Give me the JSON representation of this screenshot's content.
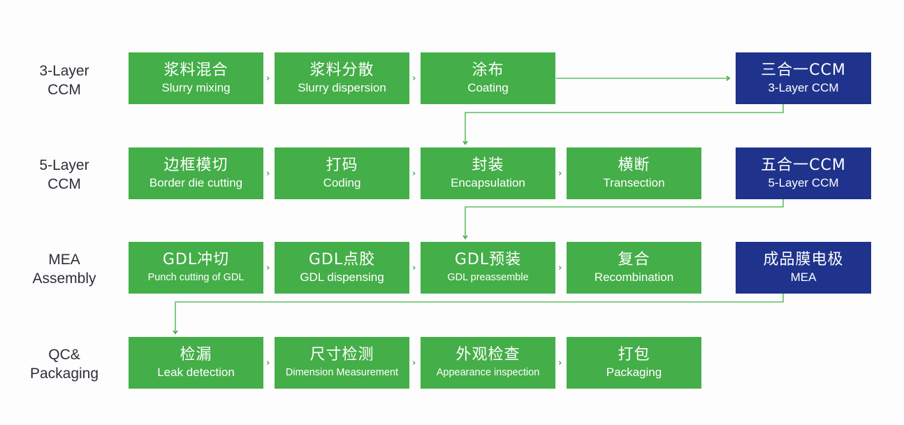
{
  "colors": {
    "step_green": "#44ae48",
    "output_blue": "#1f338c",
    "connector_green": "#5cbf5f",
    "label_text": "#2b3036"
  },
  "connector_icon": "chevron-right-icon",
  "rows": [
    {
      "label": [
        "3-Layer",
        "CCM"
      ],
      "steps": [
        {
          "zh": "浆料混合",
          "en": "Slurry mixing"
        },
        {
          "zh": "浆料分散",
          "en": "Slurry dispersion"
        },
        {
          "zh": "涂布",
          "en": "Coating"
        }
      ],
      "output": {
        "zh": "三合一CCM",
        "en": "3-Layer CCM"
      }
    },
    {
      "label": [
        "5-Layer",
        "CCM"
      ],
      "steps": [
        {
          "zh": "边框模切",
          "en": "Border die cutting"
        },
        {
          "zh": "打码",
          "en": "Coding"
        },
        {
          "zh": "封装",
          "en": "Encapsulation"
        },
        {
          "zh": "横断",
          "en": "Transection"
        }
      ],
      "output": {
        "zh": "五合一CCM",
        "en": "5-Layer CCM"
      }
    },
    {
      "label": [
        "MEA",
        "Assembly"
      ],
      "steps": [
        {
          "zh": "GDL冲切",
          "en": "Punch cutting of GDL"
        },
        {
          "zh": "GDL点胶",
          "en": "GDL dispensing"
        },
        {
          "zh": "GDL预装",
          "en": "GDL preassemble"
        },
        {
          "zh": "复合",
          "en": "Recombination"
        }
      ],
      "output": {
        "zh": "成品膜电极",
        "en": "MEA"
      }
    },
    {
      "label": [
        "QC&",
        "Packaging"
      ],
      "steps": [
        {
          "zh": "检漏",
          "en": "Leak detection"
        },
        {
          "zh": "尺寸检测",
          "en": "Dimension Measurement"
        },
        {
          "zh": "外观检查",
          "en": "Appearance inspection"
        },
        {
          "zh": "打包",
          "en": "Packaging"
        }
      ]
    }
  ],
  "chevron_glyph": "›"
}
